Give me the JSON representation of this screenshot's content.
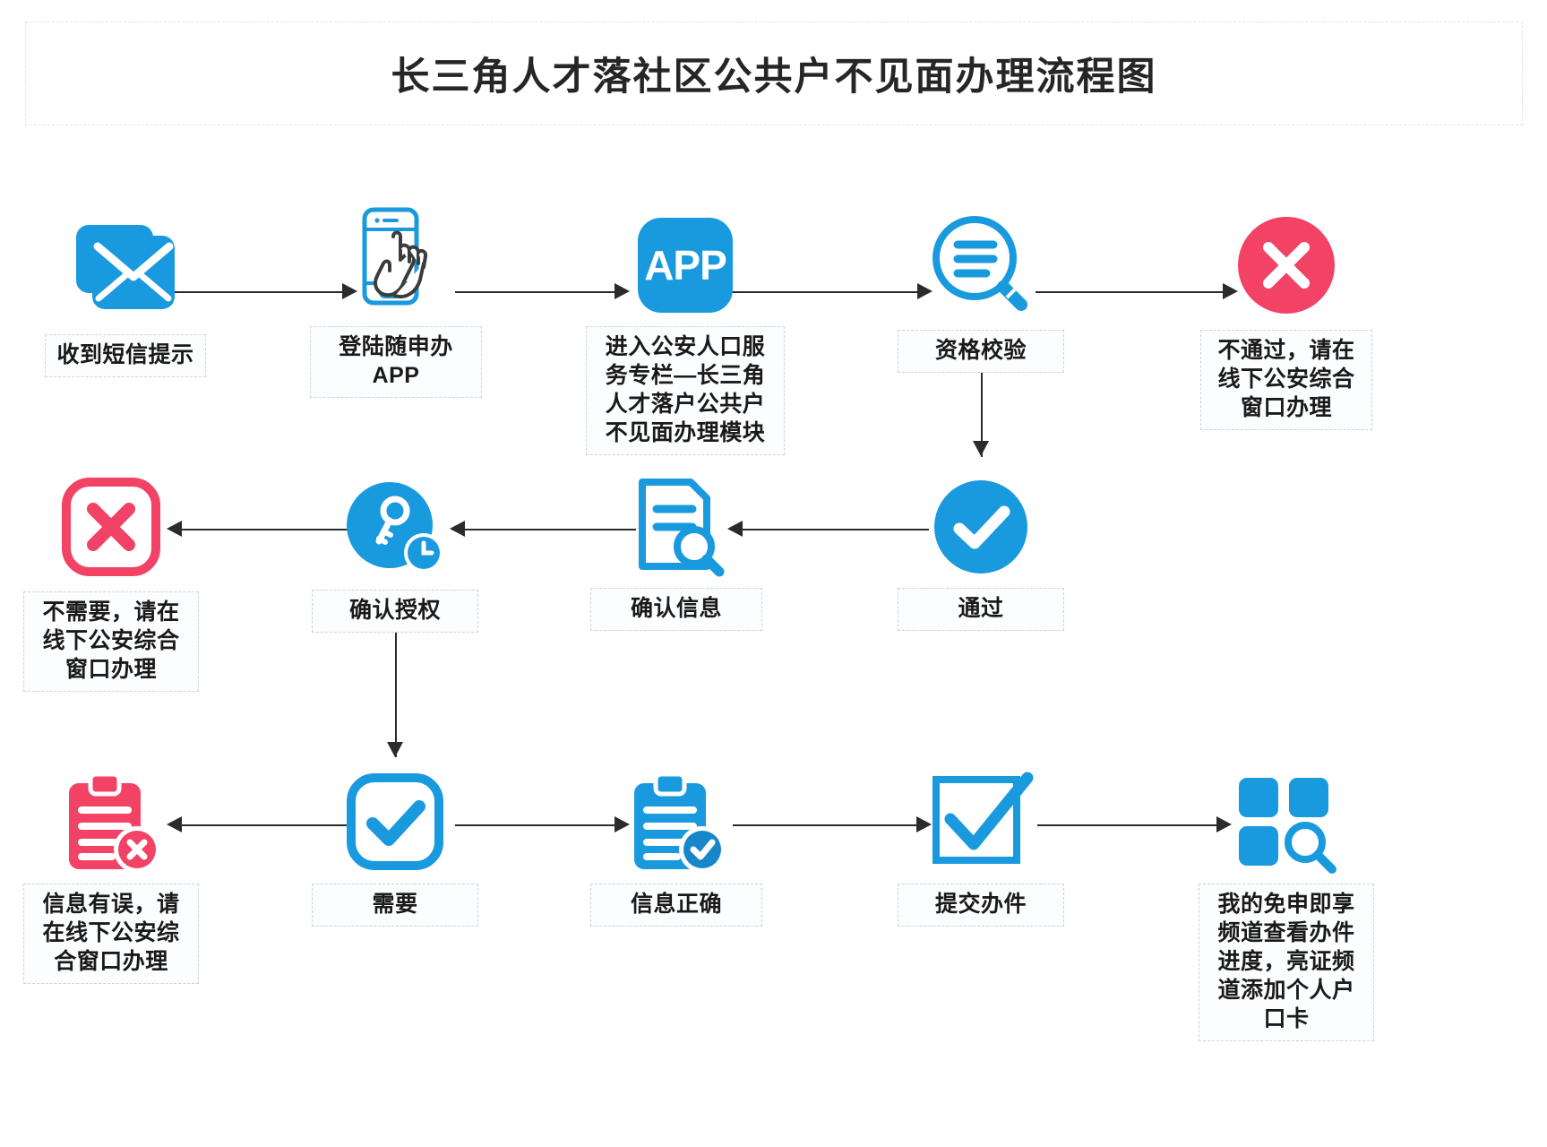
{
  "page": {
    "title": "长三角人才落社区公共户不见面办理流程图",
    "background": "#ffffff",
    "accent_blue": "#1a9ade",
    "accent_blue_dark": "#1787c9",
    "accent_red": "#f24266",
    "accent_red_dark": "#ed3b5e",
    "line_color": "#2b2b2b",
    "label_border": "#c8d4dd"
  },
  "nodes": {
    "n1": {
      "label": "收到短信提示",
      "icon": "envelope-icon",
      "color": "#1a9ade"
    },
    "n2": {
      "label": "登陆随申办\nAPP",
      "icon": "phone-tap-icon",
      "color": "#1a9ade"
    },
    "n3": {
      "label": "进入公安人口服\n务专栏—长三角\n人才落户公共户\n不见面办理模块",
      "icon": "app-tile-icon",
      "icon_text": "APP",
      "color": "#1a9ade"
    },
    "n4": {
      "label": "资格校验",
      "icon": "magnifier-list-icon",
      "color": "#1a9ade"
    },
    "n5": {
      "label": "不通过，请在\n线下公安综合\n窗口办理",
      "icon": "red-circle-x-icon",
      "color": "#f24266"
    },
    "n6": {
      "label": "通过",
      "icon": "blue-circle-check-icon",
      "color": "#1a9ade"
    },
    "n7": {
      "label": "确认信息",
      "icon": "doc-magnifier-icon",
      "color": "#1a9ade"
    },
    "n8": {
      "label": "确认授权",
      "icon": "key-clock-icon",
      "color": "#1a9ade"
    },
    "n9": {
      "label": "不需要，请在\n线下公安综合\n窗口办理",
      "icon": "red-square-x-icon",
      "color": "#f24266"
    },
    "n10": {
      "label": "需要",
      "icon": "blue-square-check-icon",
      "color": "#1a9ade"
    },
    "n11": {
      "label": "信息有误，请\n在线下公安综\n合窗口办理",
      "icon": "red-clipboard-x-icon",
      "color": "#f24266"
    },
    "n12": {
      "label": "信息正确",
      "icon": "blue-clipboard-check-icon",
      "color": "#1a9ade"
    },
    "n13": {
      "label": "提交办件",
      "icon": "checkbox-check-icon",
      "color": "#1a9ade"
    },
    "n14": {
      "label": "我的免申即享\n频道查看办件\n进度，亮证频\n道添加个人户\n口卡",
      "icon": "grid-search-icon",
      "color": "#1a9ade"
    }
  },
  "flow": {
    "edges": [
      {
        "from": "n1",
        "to": "n2",
        "direction": "right"
      },
      {
        "from": "n2",
        "to": "n3",
        "direction": "right"
      },
      {
        "from": "n3",
        "to": "n4",
        "direction": "right"
      },
      {
        "from": "n4",
        "to": "n5",
        "direction": "right"
      },
      {
        "from": "n4",
        "to": "n6",
        "direction": "down"
      },
      {
        "from": "n6",
        "to": "n7",
        "direction": "left"
      },
      {
        "from": "n7",
        "to": "n8",
        "direction": "left"
      },
      {
        "from": "n8",
        "to": "n9",
        "direction": "left"
      },
      {
        "from": "n8",
        "to": "n10",
        "direction": "down"
      },
      {
        "from": "n10",
        "to": "n11",
        "direction": "left"
      },
      {
        "from": "n10",
        "to": "n12",
        "direction": "right"
      },
      {
        "from": "n12",
        "to": "n13",
        "direction": "right"
      },
      {
        "from": "n13",
        "to": "n14",
        "direction": "right"
      }
    ]
  }
}
